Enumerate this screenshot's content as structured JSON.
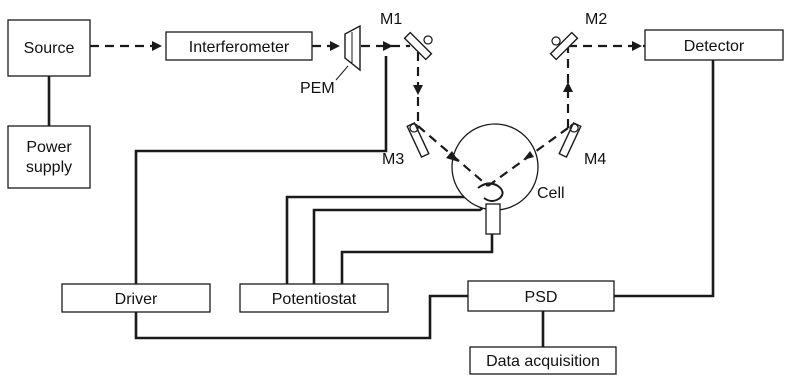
{
  "components": {
    "source": "Source",
    "power_supply_line1": "Power",
    "power_supply_line2": "supply",
    "interferometer": "Interferometer",
    "pem": "PEM",
    "detector": "Detector",
    "driver": "Driver",
    "potentiostat": "Potentiostat",
    "psd": "PSD",
    "data_acquisition": "Data acquisition",
    "cell": "Cell"
  },
  "mirrors": {
    "m1": "M1",
    "m2": "M2",
    "m3": "M3",
    "m4": "M4"
  }
}
